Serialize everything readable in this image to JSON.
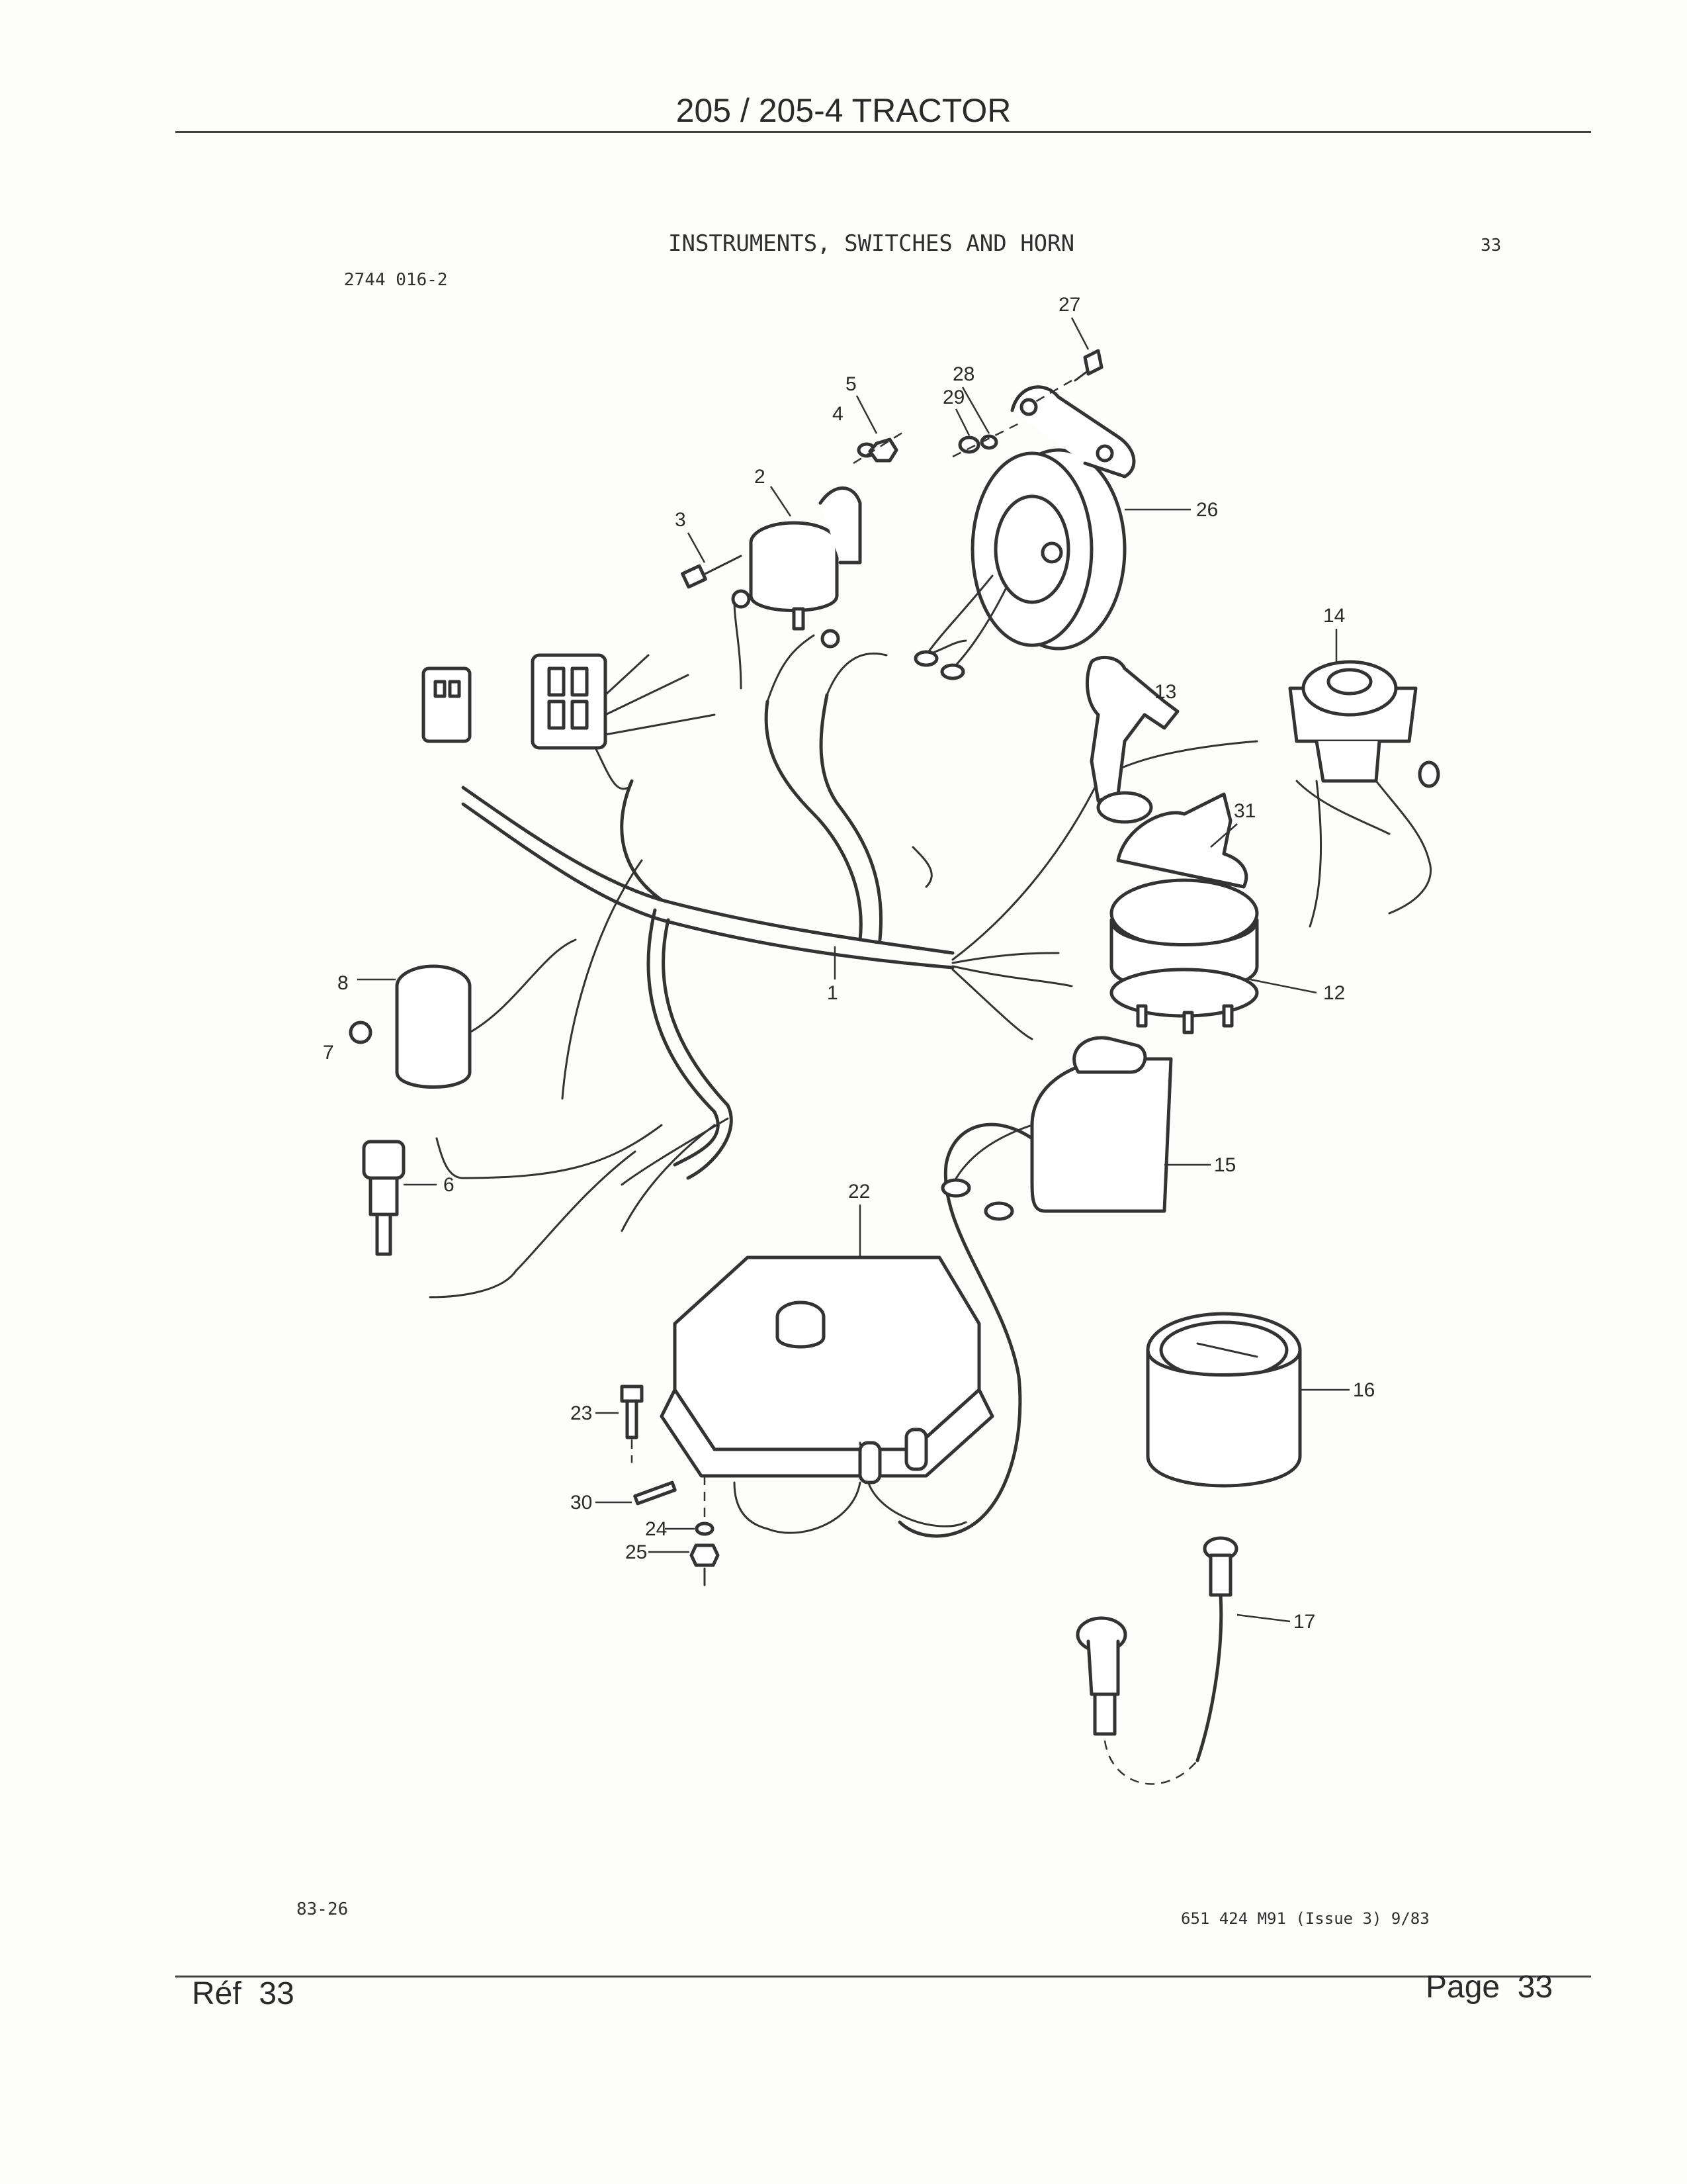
{
  "header": {
    "title": "205 / 205-4 TRACTOR"
  },
  "plate": {
    "title": "INSTRUMENTS, SWITCHES AND HORN",
    "plate_number": "33",
    "drawing_code": "2744 016-2",
    "date_code": "83-26",
    "publication": "651 424 M91 (Issue 3) 9/83"
  },
  "footer": {
    "ref_label": "Réf",
    "ref_number": "33",
    "page_label": "Page",
    "page_number": "33"
  },
  "callouts": [
    "1",
    "2",
    "3",
    "4",
    "5",
    "6",
    "7",
    "8",
    "12",
    "13",
    "14",
    "15",
    "16",
    "17",
    "22",
    "23",
    "24",
    "25",
    "26",
    "27",
    "28",
    "29",
    "30",
    "31"
  ]
}
